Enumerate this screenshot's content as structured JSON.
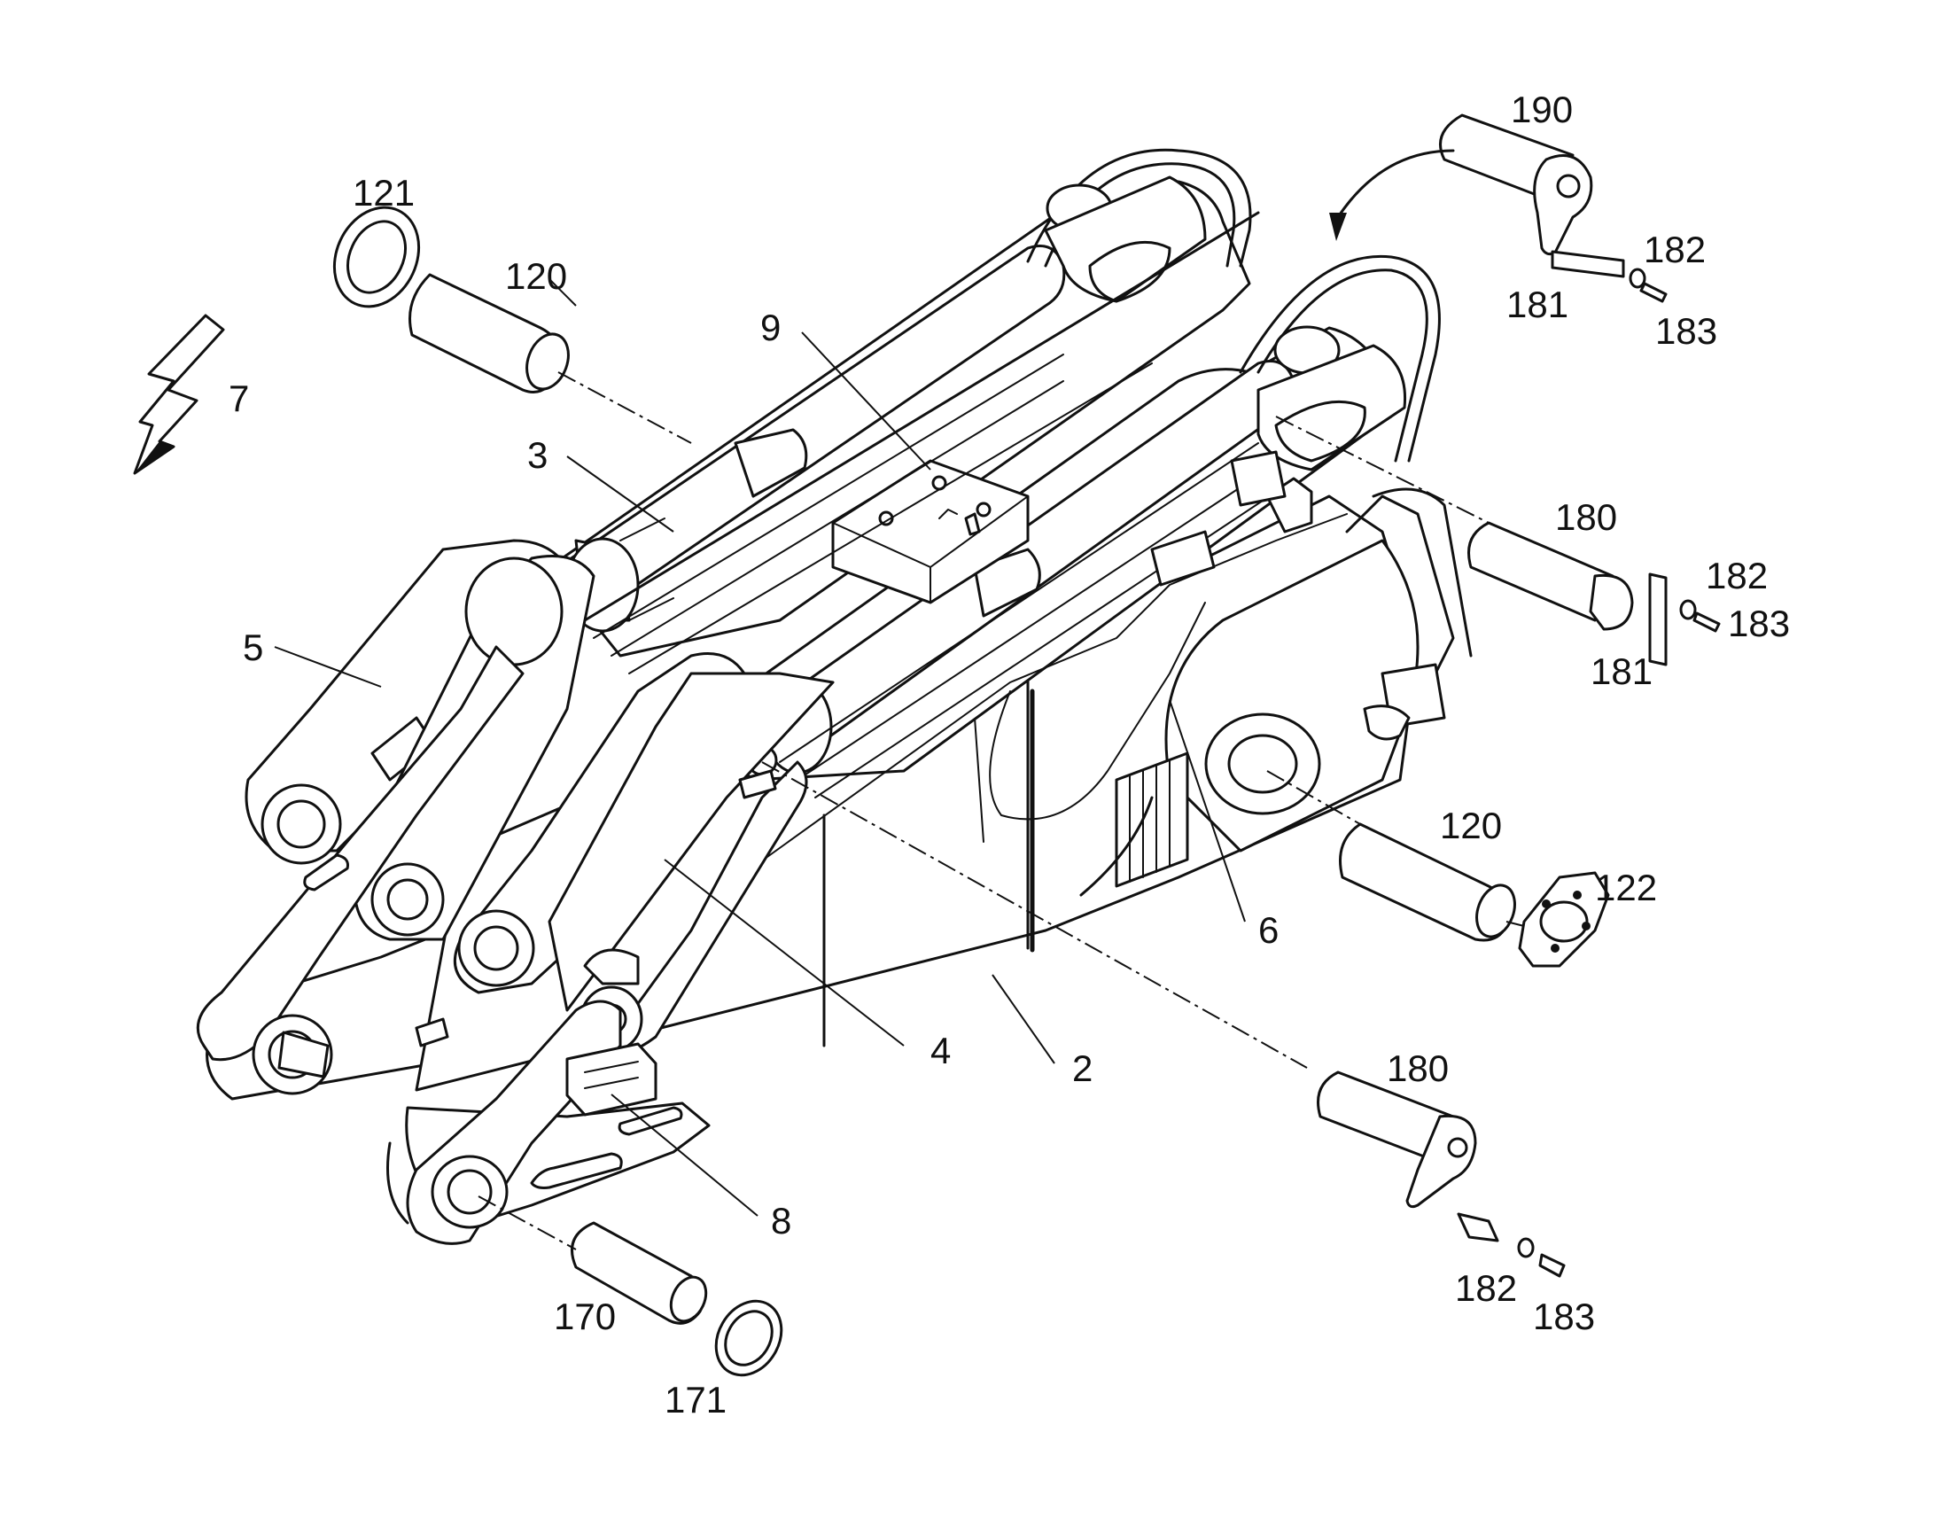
{
  "labels": {
    "l190": "190",
    "l121": "121",
    "l120a": "120",
    "l182a": "182",
    "l181a": "181",
    "l183a": "183",
    "l9": "9",
    "l7": "7",
    "l3": "3",
    "l180a": "180",
    "l182b": "182",
    "l183b": "183",
    "l181b": "181",
    "l5": "5",
    "l120b": "120",
    "l122": "122",
    "l6": "6",
    "l4": "4",
    "l2": "2",
    "l180b": "180",
    "l8": "8",
    "l182c": "182",
    "l183c": "183",
    "l170": "170",
    "l171": "171"
  },
  "icons": {
    "lightning": "lightning-bolt-icon"
  }
}
